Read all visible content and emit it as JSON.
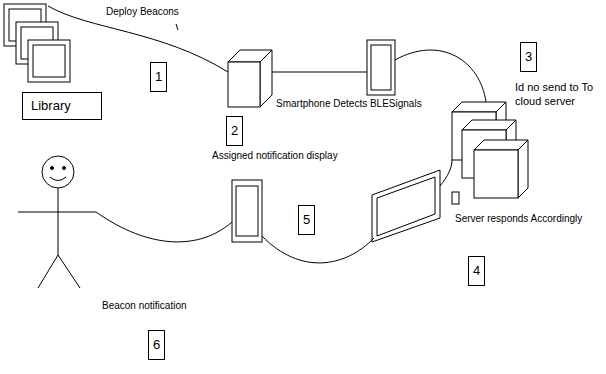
{
  "diagram": {
    "nodes": [
      {
        "text": [
          "Library"
        ]
      },
      {
        "text": [
          "1"
        ]
      },
      {
        "text": [
          "2"
        ]
      },
      {
        "text": [
          "3"
        ]
      },
      {
        "text": [
          "4"
        ]
      },
      {
        "text": [
          "5"
        ]
      },
      {
        "text": [
          "6"
        ]
      }
    ],
    "labels": [
      "Deploy Beacons",
      "Smartphone Detects BLESignals",
      "Id no send to To cloud server",
      "Server responds Accordingly",
      "Assigned notification display",
      "Beacon notification"
    ]
  }
}
